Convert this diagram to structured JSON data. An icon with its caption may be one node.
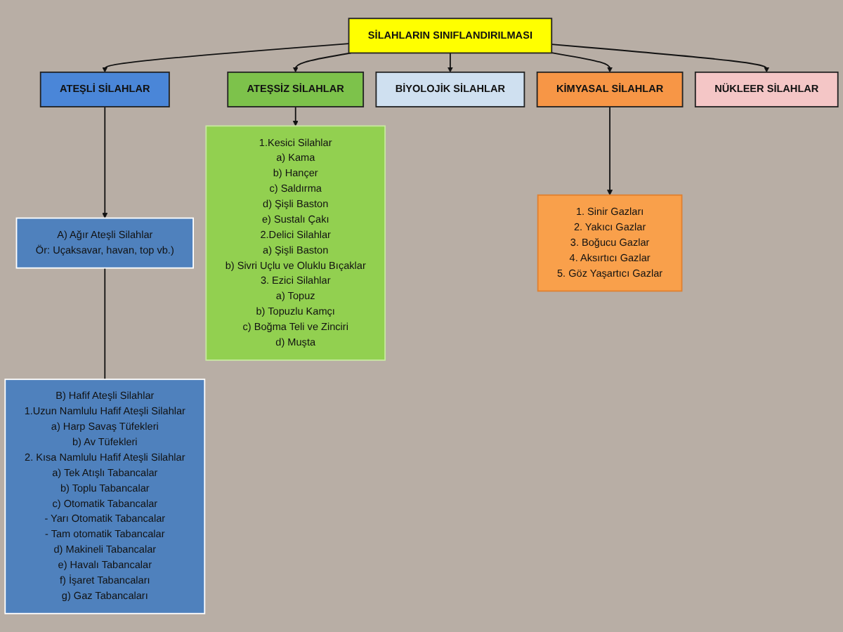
{
  "diagram": {
    "nodes": [
      {
        "text": [
          "SİLAHLARIN SINIFLANDIRILMASI"
        ]
      },
      {
        "text": [
          "ATEŞLİ SİLAHLAR"
        ]
      },
      {
        "text": [
          "ATEŞSİZ SİLAHLAR"
        ]
      },
      {
        "text": [
          "BİYOLOJİK SİLAHLAR"
        ]
      },
      {
        "text": [
          "KİMYASAL SİLAHLAR"
        ]
      },
      {
        "text": [
          "NÜKLEER SİLAHLAR"
        ]
      },
      {
        "text": [
          "A) Ağır Ateşli  Silahlar",
          "Ör: Uçaksavar, havan, top vb.)"
        ]
      },
      {
        "text": [
          "B) Hafif Ateşli Silahlar",
          "1.Uzun Namlulu Hafif Ateşli Silahlar",
          "a) Harp Savaş Tüfekleri",
          "b) Av Tüfekleri",
          "2. Kısa Namlulu Hafif Ateşli Silahlar",
          "a) Tek Atışlı Tabancalar",
          "b) Toplu Tabancalar",
          "c) Otomatik Tabancalar",
          "- Yarı Otomatik Tabancalar",
          "- Tam otomatik Tabancalar",
          "d)  Makineli Tabancalar",
          "e)  Havalı Tabancalar",
          "f)   İşaret Tabancaları",
          "g)  Gaz Tabancaları"
        ]
      },
      {
        "text": [
          "1.Kesici Silahlar",
          "a)    Kama",
          "b)    Hançer",
          "c)    Saldırma",
          "d)    Şişli Baston",
          "e)    Sustalı Çakı",
          "2.Delici Silahlar",
          "a)    Şişli Baston",
          "b)    Sivri Uçlu ve Oluklu Bıçaklar",
          "3. Ezici Silahlar",
          "a)    Topuz",
          "b)    Topuzlu Kamçı",
          "c)    Boğma Teli ve Zinciri",
          "d)    Muşta"
        ]
      },
      {
        "text": [
          "1. Sinir Gazları",
          "2. Yakıcı Gazlar",
          "3. Boğucu Gazlar",
          "4. Aksırtıcı Gazlar",
          "5. Göz Yaşartıcı Gazlar"
        ]
      }
    ],
    "edges": [
      {
        "from": 0,
        "to": 1,
        "arrow": "to"
      },
      {
        "from": 0,
        "to": 2,
        "arrow": "to"
      },
      {
        "from": 0,
        "to": 3,
        "arrow": "to"
      },
      {
        "from": 0,
        "to": 4,
        "arrow": "to"
      },
      {
        "from": 0,
        "to": 5,
        "arrow": "to"
      },
      {
        "from": 1,
        "to": 6,
        "arrow": "to"
      },
      {
        "from": 6,
        "to": 7,
        "arrow": "none"
      },
      {
        "from": 2,
        "to": 8,
        "arrow": "to"
      },
      {
        "from": 4,
        "to": 9,
        "arrow": "to"
      }
    ]
  }
}
